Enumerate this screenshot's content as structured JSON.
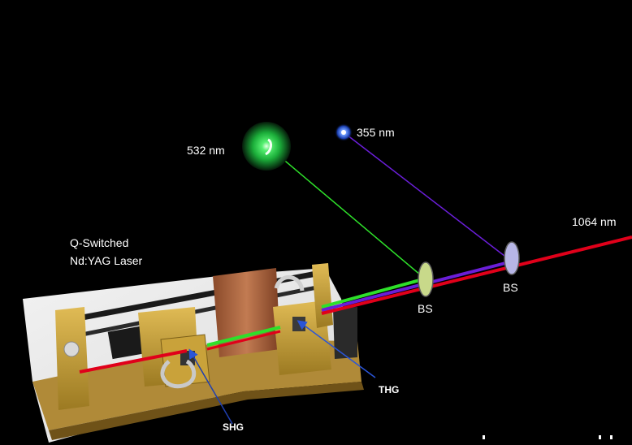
{
  "colors": {
    "background": "#000000",
    "beam_1064": "#e0001a",
    "beam_532": "#2ee02a",
    "beam_355": "#6a1ed8",
    "label_text": "#ffffff",
    "pointer_arrow": "#2a55d8",
    "bs1_fill": "#c8d98a",
    "bs2_fill": "#b7b6e6",
    "laser_body": "#c9a23a",
    "spot_532": "#1fd64a",
    "spot_355": "#4f7bff"
  },
  "labels": {
    "wavelength_532": "532 nm",
    "wavelength_355": "355 nm",
    "wavelength_1064": "1064 nm",
    "laser_line1": "Q-Switched",
    "laser_line2": "Nd:YAG  Laser",
    "bs_green": "BS",
    "bs_violet": "BS",
    "thg": "THG",
    "shg": "SHG"
  },
  "icons": {
    "laser_photo": "laser-apparatus-photo",
    "spot_green": "green-laser-spot",
    "spot_blue": "blue-laser-spot"
  }
}
